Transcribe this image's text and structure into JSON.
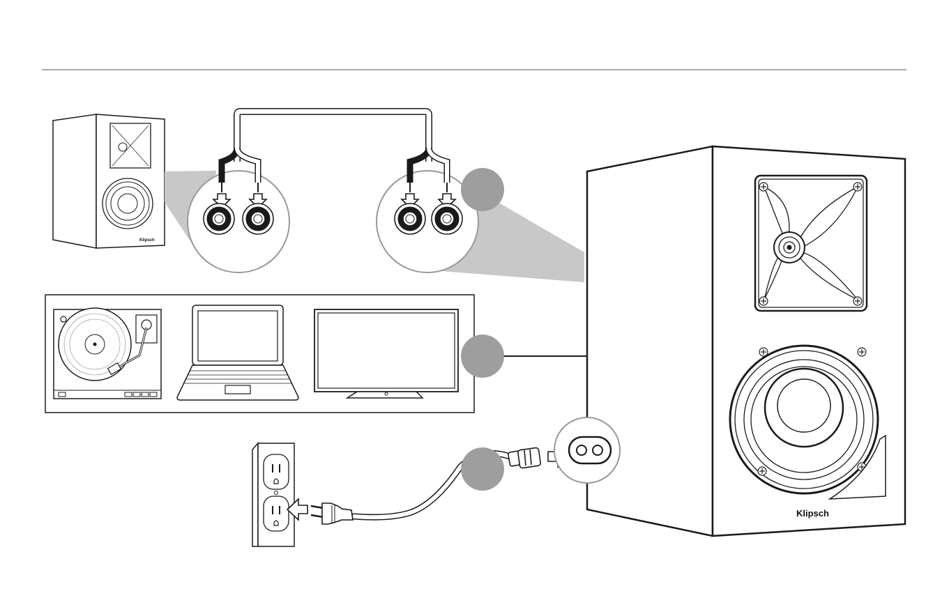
{
  "diagram": {
    "brand_large": "Klipsch",
    "brand_small": "Klipsch",
    "steps": [
      {
        "id": "speaker-wire",
        "number": ""
      },
      {
        "id": "audio-source",
        "number": ""
      },
      {
        "id": "power",
        "number": ""
      }
    ],
    "sources": [
      {
        "icon": "turntable-icon"
      },
      {
        "icon": "laptop-icon"
      },
      {
        "icon": "tv-icon"
      }
    ],
    "colors": {
      "line": "#1a1a1a",
      "callout_fill": "#c8c8c8",
      "badge_fill": "#9e9e9e",
      "background": "#ffffff"
    }
  }
}
